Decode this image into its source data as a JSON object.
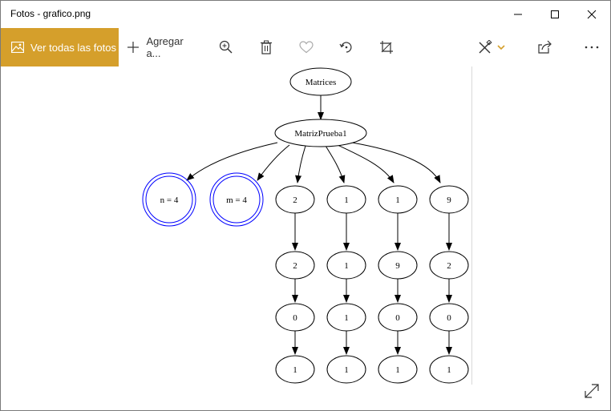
{
  "window": {
    "title": "Fotos - grafico.png"
  },
  "toolbar": {
    "view_all_label": "Ver todas las fotos",
    "add_label": "Agregar a..."
  },
  "icons": {
    "photos": "photos-icon",
    "add": "plus-icon",
    "zoom": "zoom-in-icon",
    "delete": "trash-icon",
    "favorite": "heart-icon",
    "rotate": "rotate-icon",
    "crop": "crop-icon",
    "edit": "edit-create-icon",
    "share": "share-icon",
    "more": "more-icon",
    "expand": "expand-icon"
  },
  "colors": {
    "accent": "#d59f2b",
    "double_circle": "#0000ff"
  },
  "graph": {
    "root": "Matrices",
    "child": "MatrizPrueba1",
    "dims": [
      "n = 4",
      "m = 4"
    ],
    "columns": [
      [
        "2",
        "2",
        "0",
        "1"
      ],
      [
        "1",
        "1",
        "1",
        "1"
      ],
      [
        "1",
        "9",
        "0",
        "1"
      ],
      [
        "9",
        "2",
        "0",
        "1"
      ]
    ]
  }
}
